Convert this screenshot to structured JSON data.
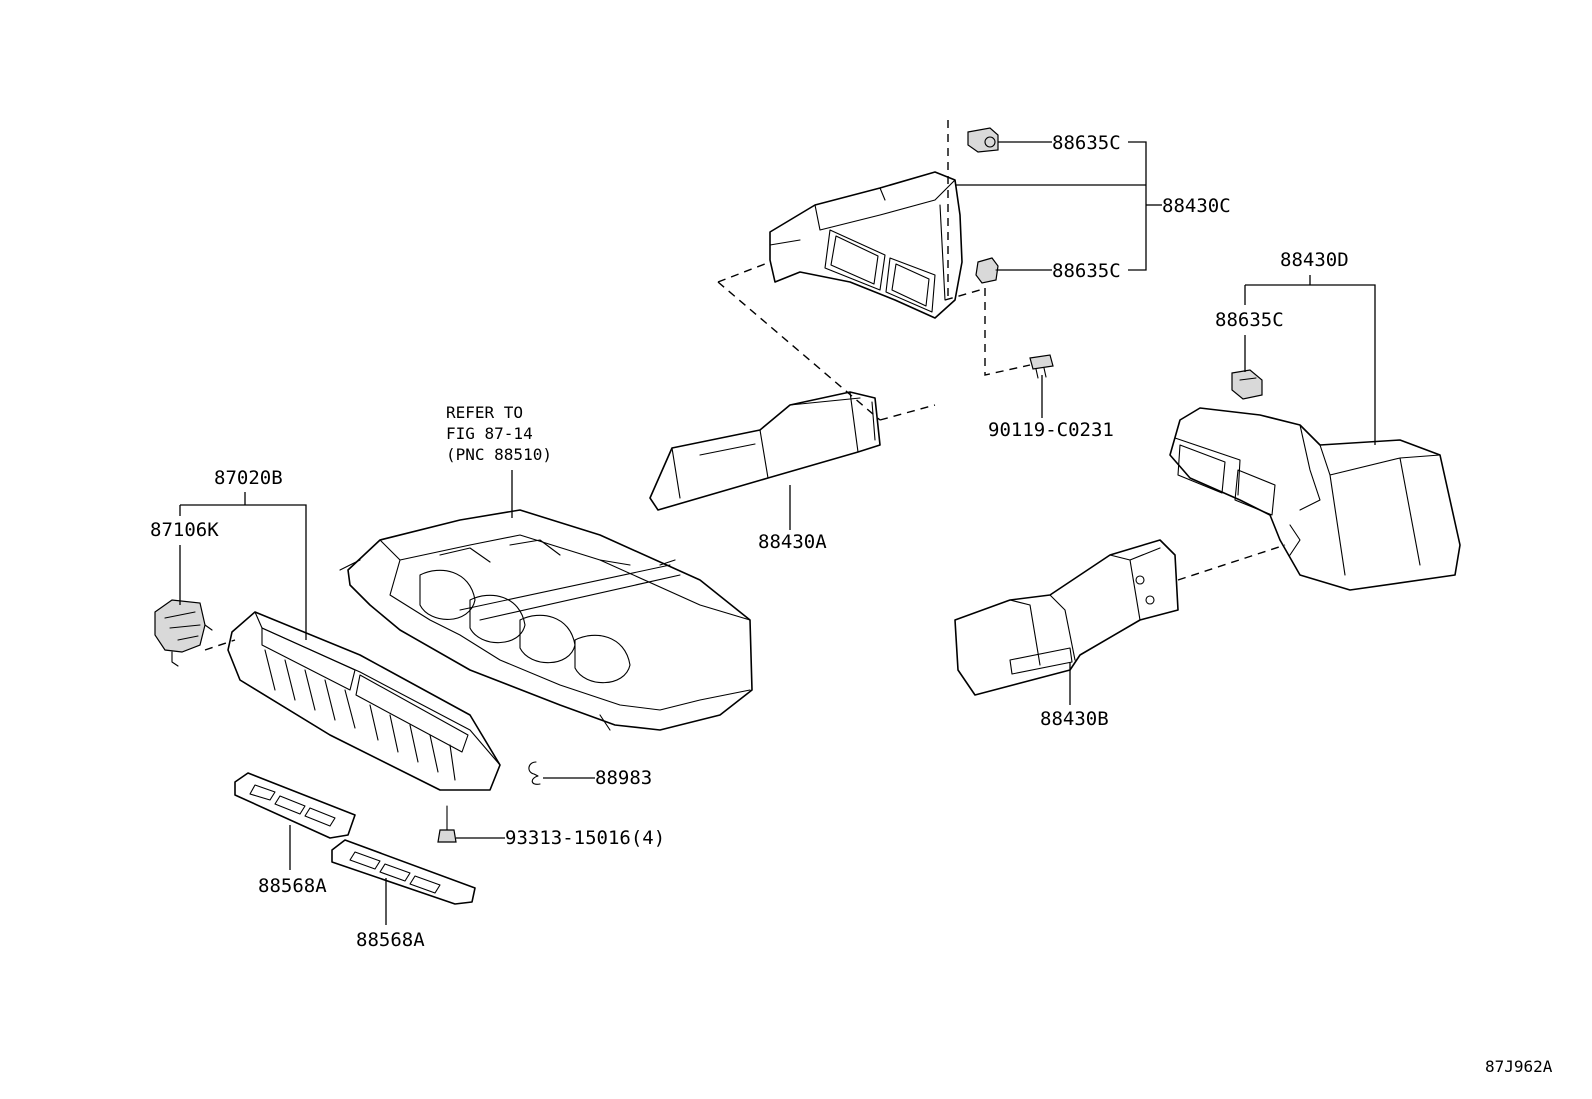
{
  "labels": {
    "c88635_top": "88635C",
    "c88430c": "88430C",
    "c88635_mid": "88635C",
    "c88430d": "88430D",
    "c88635_right": "88635C",
    "c90119": "90119-C0231",
    "c88430a": "88430A",
    "c88430b": "88430B",
    "c87020b": "87020B",
    "c87106k": "87106K",
    "c88983": "88983",
    "c93313": "93313-15016(4)",
    "c88568a_1": "88568A",
    "c88568a_2": "88568A"
  },
  "refer_note": {
    "line1": "REFER TO",
    "line2": "FIG 87-14",
    "line3": "(PNC 88510)"
  },
  "figure_code": "87J962A"
}
